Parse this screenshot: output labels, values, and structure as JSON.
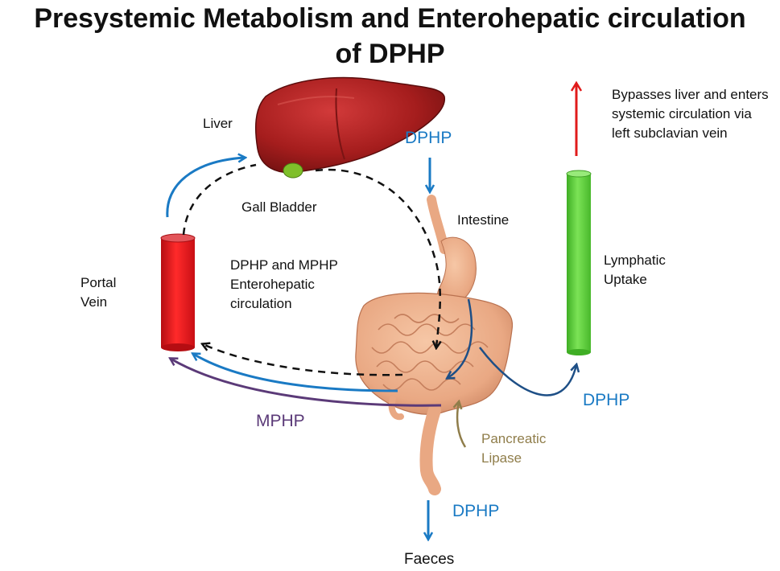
{
  "title": {
    "line1": "Presystemic Metabolism and Enterohepatic circulation",
    "line2": "of DPHP"
  },
  "labels": {
    "liver": "Liver",
    "gall_bladder": "Gall Bladder",
    "portal_vein_1": "Portal",
    "portal_vein_2": "Vein",
    "ehc_1": "DPHP and MPHP",
    "ehc_2": "Enterohepatic",
    "ehc_3": "circulation",
    "intestine": "Intestine",
    "lymphatic_1": "Lymphatic",
    "lymphatic_2": "Uptake",
    "bypass_1": "Bypasses liver and enters",
    "bypass_2": "systemic circulation via",
    "bypass_3": "left subclavian vein",
    "dphp_top": "DPHP",
    "dphp_right": "DPHP",
    "dphp_bottom": "DPHP",
    "mphp": "MPHP",
    "lipase_1": "Pancreatic",
    "lipase_2": "Lipase",
    "faeces": "Faeces"
  },
  "colors": {
    "dphp_blue": "#1a7ac4",
    "dark_blue": "#1e4f86",
    "mphp_purple": "#5b3a78",
    "lipase_olive": "#8f7d4a",
    "portal_red": "#e8141c",
    "lymph_green": "#5fcf3a",
    "liver_red": "#a51d1d",
    "gut_peach": "#eab08c",
    "bypass_arrow": "#e01b1b"
  }
}
